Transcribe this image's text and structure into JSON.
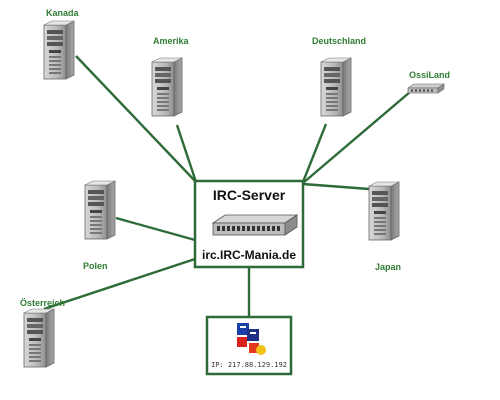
{
  "central": {
    "title": "IRC-Server",
    "hostname": "irc.IRC-Mania.de"
  },
  "gateway": {
    "ip_text": "IP: 217.88.129.192"
  },
  "nodes": [
    {
      "id": "kanada",
      "label": "Kanada",
      "icon": "tower-server-icon"
    },
    {
      "id": "amerika",
      "label": "Amerika",
      "icon": "tower-server-icon"
    },
    {
      "id": "deutschland",
      "label": "Deutschland",
      "icon": "tower-server-icon"
    },
    {
      "id": "ossiland",
      "label": "OssiLand",
      "icon": "network-switch-icon"
    },
    {
      "id": "polen",
      "label": "Polen",
      "icon": "tower-server-icon"
    },
    {
      "id": "japan",
      "label": "Japan",
      "icon": "tower-server-icon"
    },
    {
      "id": "oesterreich",
      "label": "Österreich",
      "icon": "tower-server-icon"
    }
  ],
  "colors": {
    "link": "#2e6b38",
    "label": "#2f7d32",
    "box_border": "#2e6b38"
  }
}
